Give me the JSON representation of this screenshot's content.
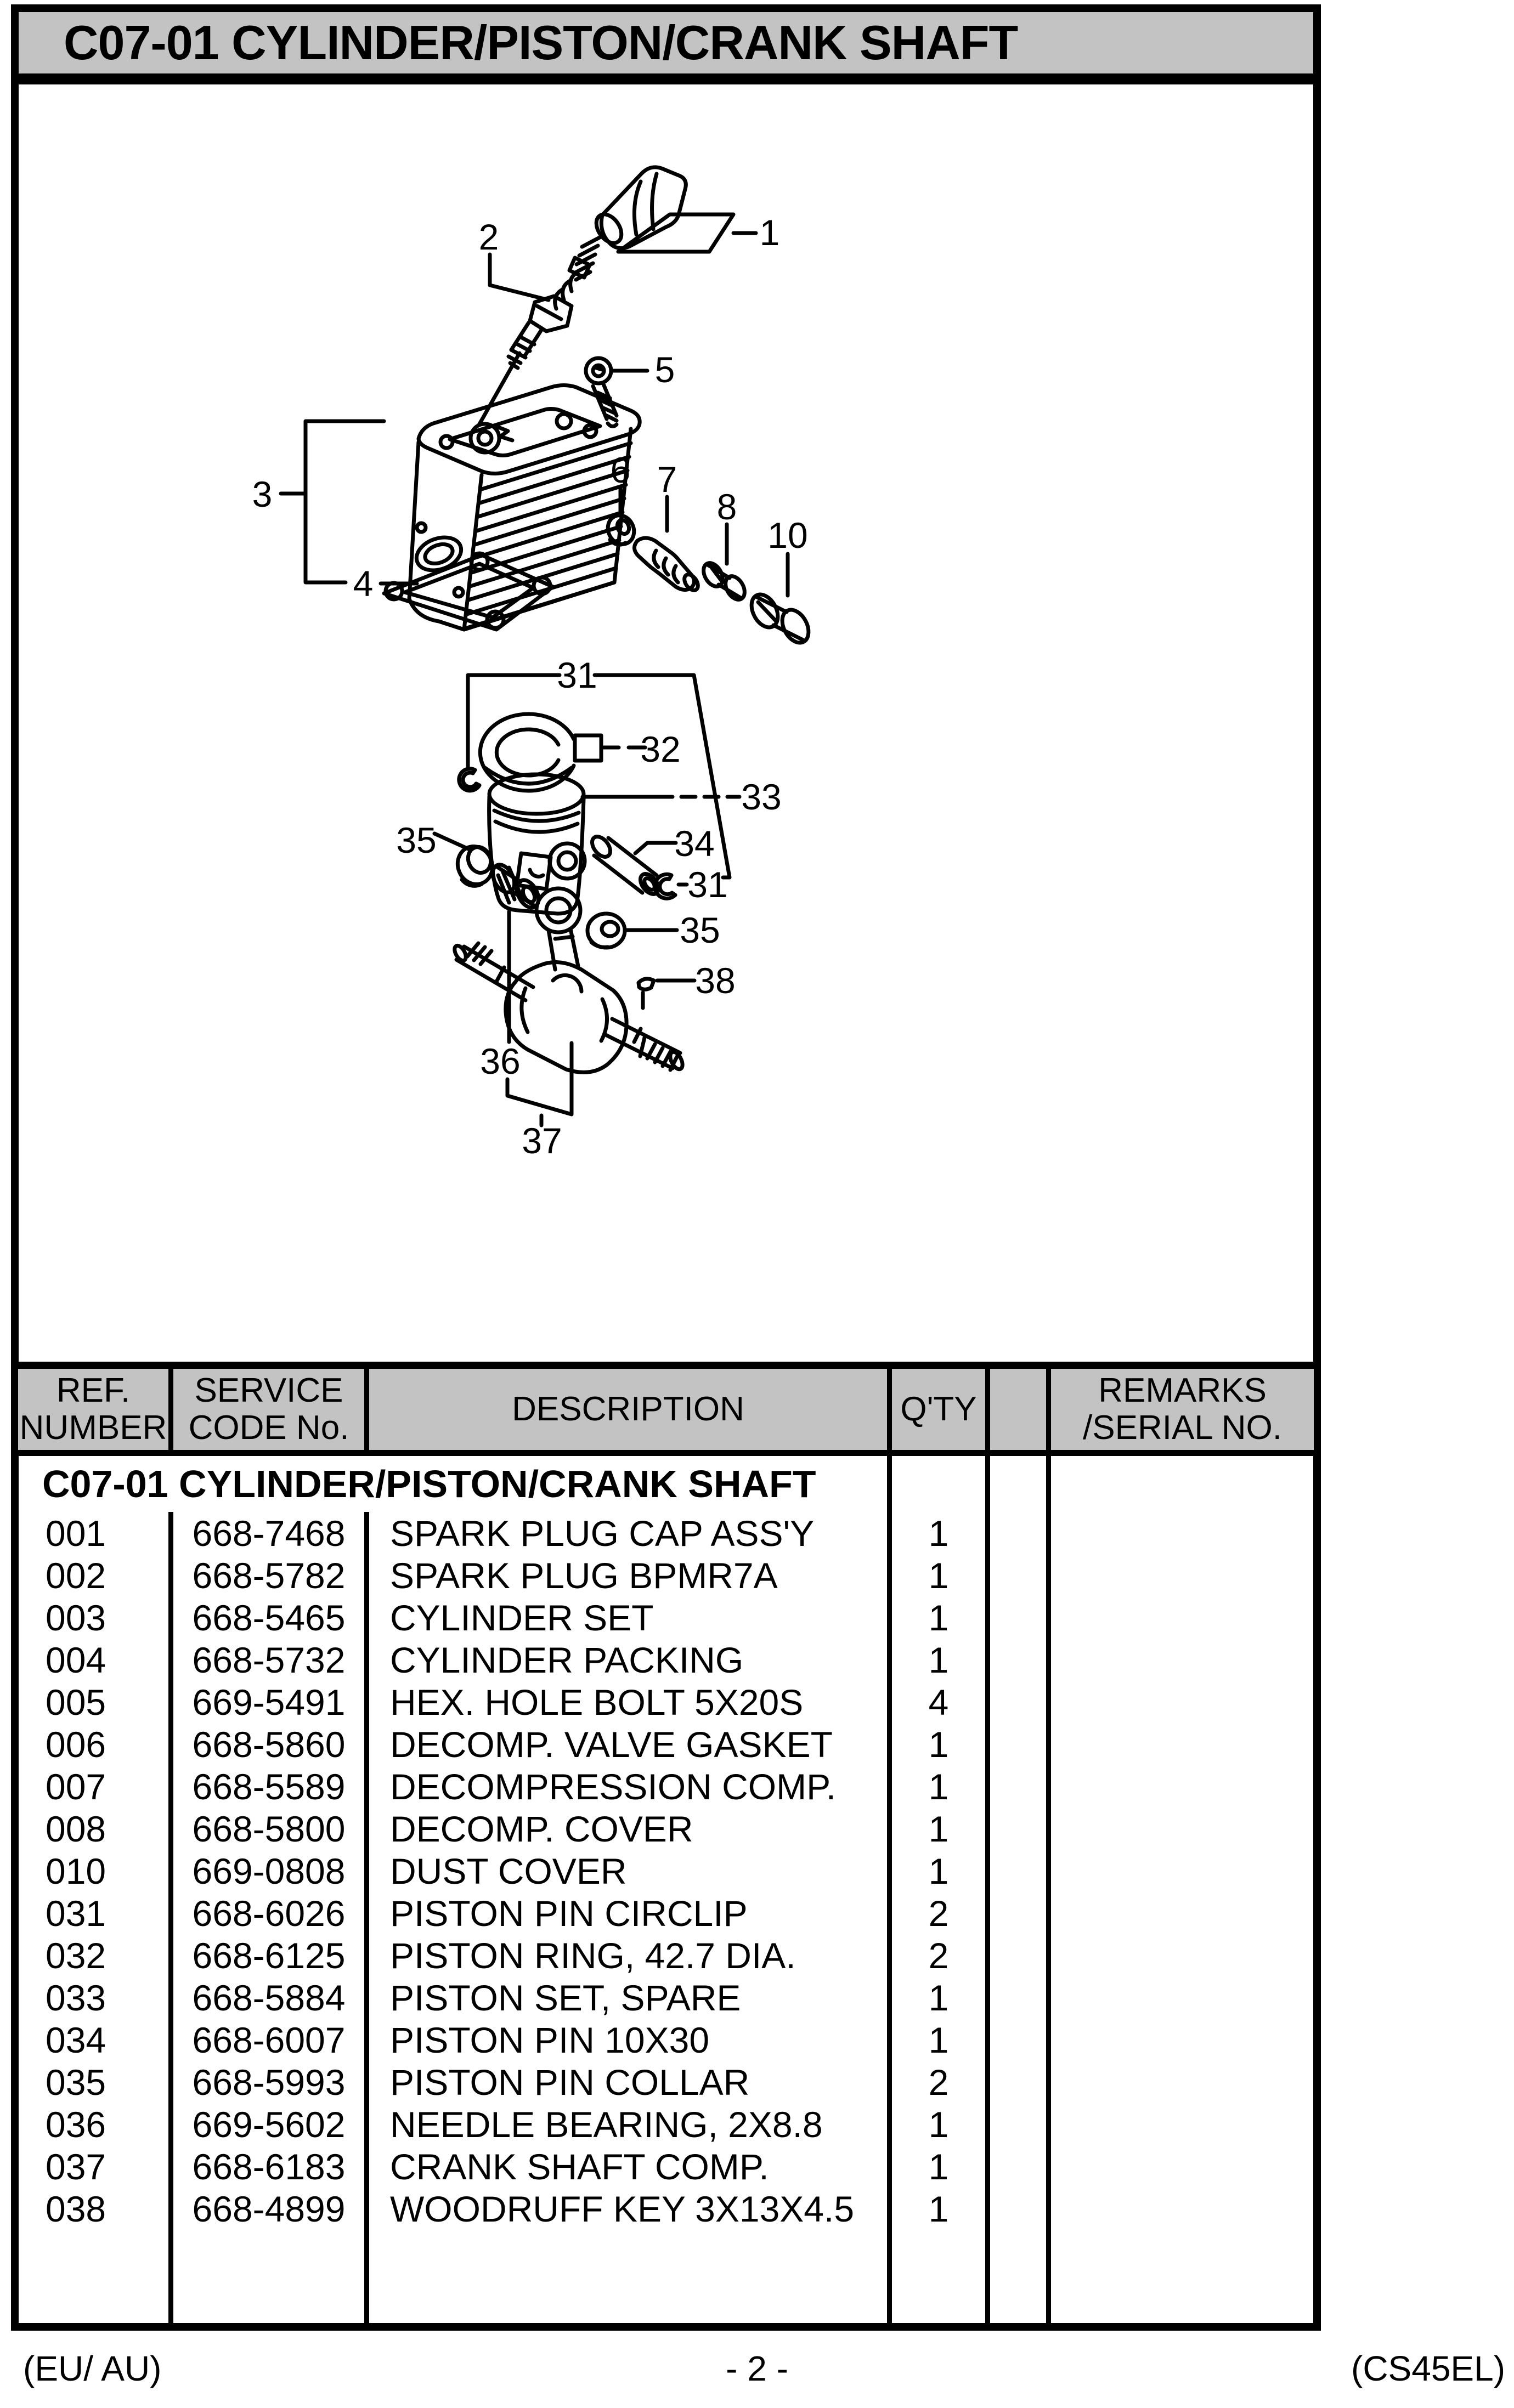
{
  "header": {
    "title": "C07-01 CYLINDER/PISTON/CRANK SHAFT"
  },
  "colors": {
    "bar_bg": "#c3c3c3",
    "table_header_bg": "#c3c3c3",
    "line": "#000000",
    "page_bg": "#ffffff"
  },
  "diagram": {
    "labels": [
      {
        "id": "callout-1",
        "text": "1"
      },
      {
        "id": "callout-2",
        "text": "2"
      },
      {
        "id": "callout-3",
        "text": "3"
      },
      {
        "id": "callout-4",
        "text": "4"
      },
      {
        "id": "callout-5",
        "text": "5"
      },
      {
        "id": "callout-6",
        "text": "6"
      },
      {
        "id": "callout-7",
        "text": "7"
      },
      {
        "id": "callout-8",
        "text": "8"
      },
      {
        "id": "callout-10",
        "text": "10"
      },
      {
        "id": "callout-31a",
        "text": "31"
      },
      {
        "id": "callout-32",
        "text": "32"
      },
      {
        "id": "callout-33",
        "text": "33"
      },
      {
        "id": "callout-35a",
        "text": "35"
      },
      {
        "id": "callout-34",
        "text": "34"
      },
      {
        "id": "callout-31b",
        "text": "31"
      },
      {
        "id": "callout-35b",
        "text": "35"
      },
      {
        "id": "callout-38",
        "text": "38"
      },
      {
        "id": "callout-36",
        "text": "36"
      },
      {
        "id": "callout-37",
        "text": "37"
      }
    ]
  },
  "table": {
    "headers": {
      "ref_l1": "REF.",
      "ref_l2": "NUMBER",
      "service_l1": "SERVICE",
      "service_l2": "CODE No.",
      "description": "DESCRIPTION",
      "qty": "Q'TY",
      "blank": "",
      "remarks_l1": "REMARKS",
      "remarks_l2": "/SERIAL NO."
    },
    "section_title": "C07-01 CYLINDER/PISTON/CRANK SHAFT",
    "rows": [
      {
        "ref": "001",
        "code": "668-7468",
        "desc": "SPARK PLUG CAP ASS'Y",
        "qty": "1"
      },
      {
        "ref": "002",
        "code": "668-5782",
        "desc": "SPARK PLUG BPMR7A",
        "qty": "1"
      },
      {
        "ref": "003",
        "code": "668-5465",
        "desc": "CYLINDER SET",
        "qty": "1"
      },
      {
        "ref": "004",
        "code": "668-5732",
        "desc": "CYLINDER PACKING",
        "qty": "1"
      },
      {
        "ref": "005",
        "code": "669-5491",
        "desc": "HEX. HOLE BOLT 5X20S",
        "qty": "4"
      },
      {
        "ref": "006",
        "code": "668-5860",
        "desc": "DECOMP. VALVE GASKET",
        "qty": "1"
      },
      {
        "ref": "007",
        "code": "668-5589",
        "desc": "DECOMPRESSION COMP.",
        "qty": "1"
      },
      {
        "ref": "008",
        "code": "668-5800",
        "desc": "DECOMP. COVER",
        "qty": "1"
      },
      {
        "ref": "010",
        "code": "669-0808",
        "desc": "DUST COVER",
        "qty": "1"
      },
      {
        "ref": "031",
        "code": "668-6026",
        "desc": "PISTON PIN CIRCLIP",
        "qty": "2"
      },
      {
        "ref": "032",
        "code": "668-6125",
        "desc": "PISTON RING, 42.7 DIA.",
        "qty": "2"
      },
      {
        "ref": "033",
        "code": "668-5884",
        "desc": "PISTON SET, SPARE",
        "qty": "1"
      },
      {
        "ref": "034",
        "code": "668-6007",
        "desc": "PISTON PIN 10X30",
        "qty": "1"
      },
      {
        "ref": "035",
        "code": "668-5993",
        "desc": "PISTON PIN COLLAR",
        "qty": "2"
      },
      {
        "ref": "036",
        "code": "669-5602",
        "desc": "NEEDLE BEARING, 2X8.8",
        "qty": "1"
      },
      {
        "ref": "037",
        "code": "668-6183",
        "desc": "CRANK SHAFT COMP.",
        "qty": "1"
      },
      {
        "ref": "038",
        "code": "668-4899",
        "desc": "WOODRUFF KEY 3X13X4.5",
        "qty": "1"
      }
    ]
  },
  "footer": {
    "left": "(EU/ AU)",
    "center": "- 2 -",
    "right": "(CS45EL)"
  }
}
